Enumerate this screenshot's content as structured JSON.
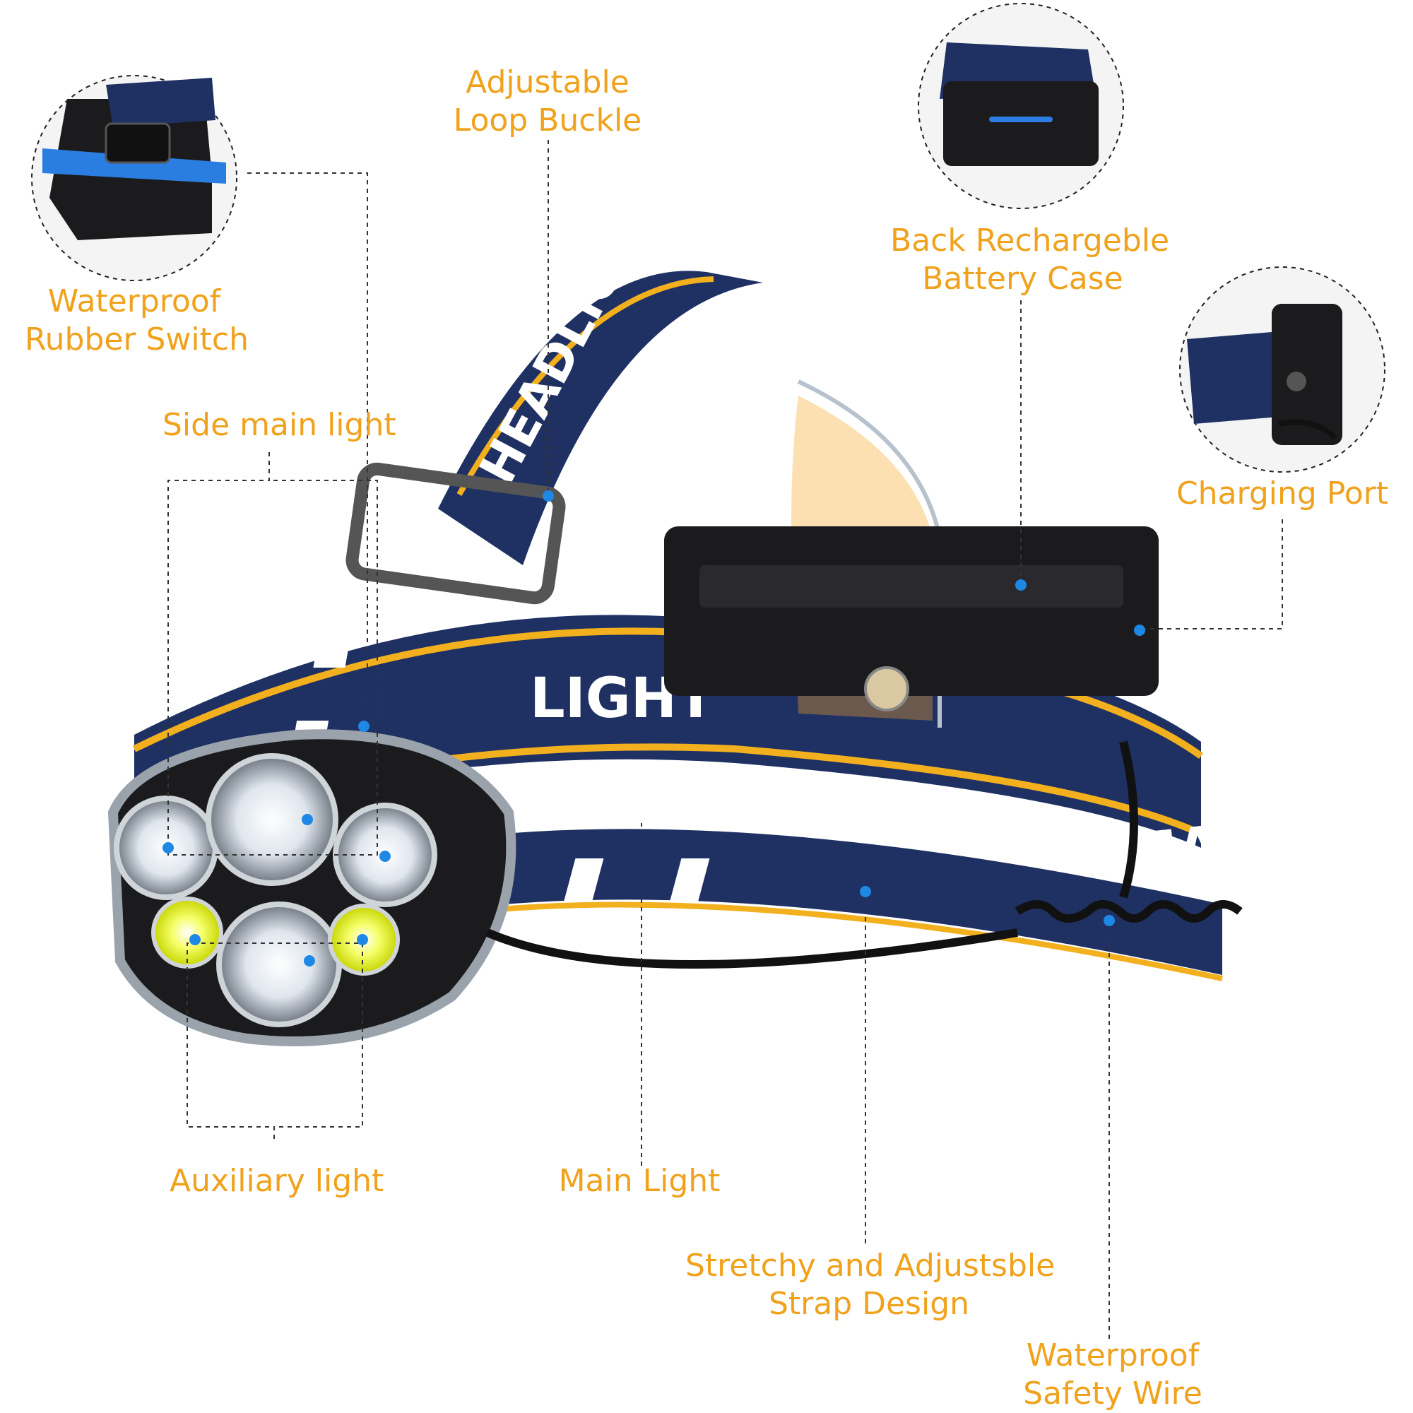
{
  "labels": {
    "waterproof_switch": {
      "line1": "Waterproof",
      "line2": "Rubber Switch"
    },
    "loop_buckle": {
      "line1": "Adjustable",
      "line2": "Loop Buckle"
    },
    "battery_case": {
      "line1": "Back Rechargeble",
      "line2": "Battery Case"
    },
    "charging_port": {
      "line1": "Charging Port"
    },
    "side_main_light": {
      "line1": "Side main light"
    },
    "auxiliary_light": {
      "line1": "Auxiliary light"
    },
    "main_light": {
      "line1": "Main Light"
    },
    "strap_design": {
      "line1": "Stretchy and Adjustsble",
      "line2": "Strap Design"
    },
    "safety_wire": {
      "line1": "Waterproof",
      "line2": "Safety Wire"
    }
  },
  "strap_text": {
    "band_top": "HEADLIGHT",
    "band_front": "LIGHT",
    "band_right": "HEAD"
  },
  "colors": {
    "label": "#f0a21c",
    "strap": "#1f3163",
    "stripe": "#f2b01e",
    "callout_dot": "#1e88e5",
    "housing": "#1b1b1d"
  }
}
